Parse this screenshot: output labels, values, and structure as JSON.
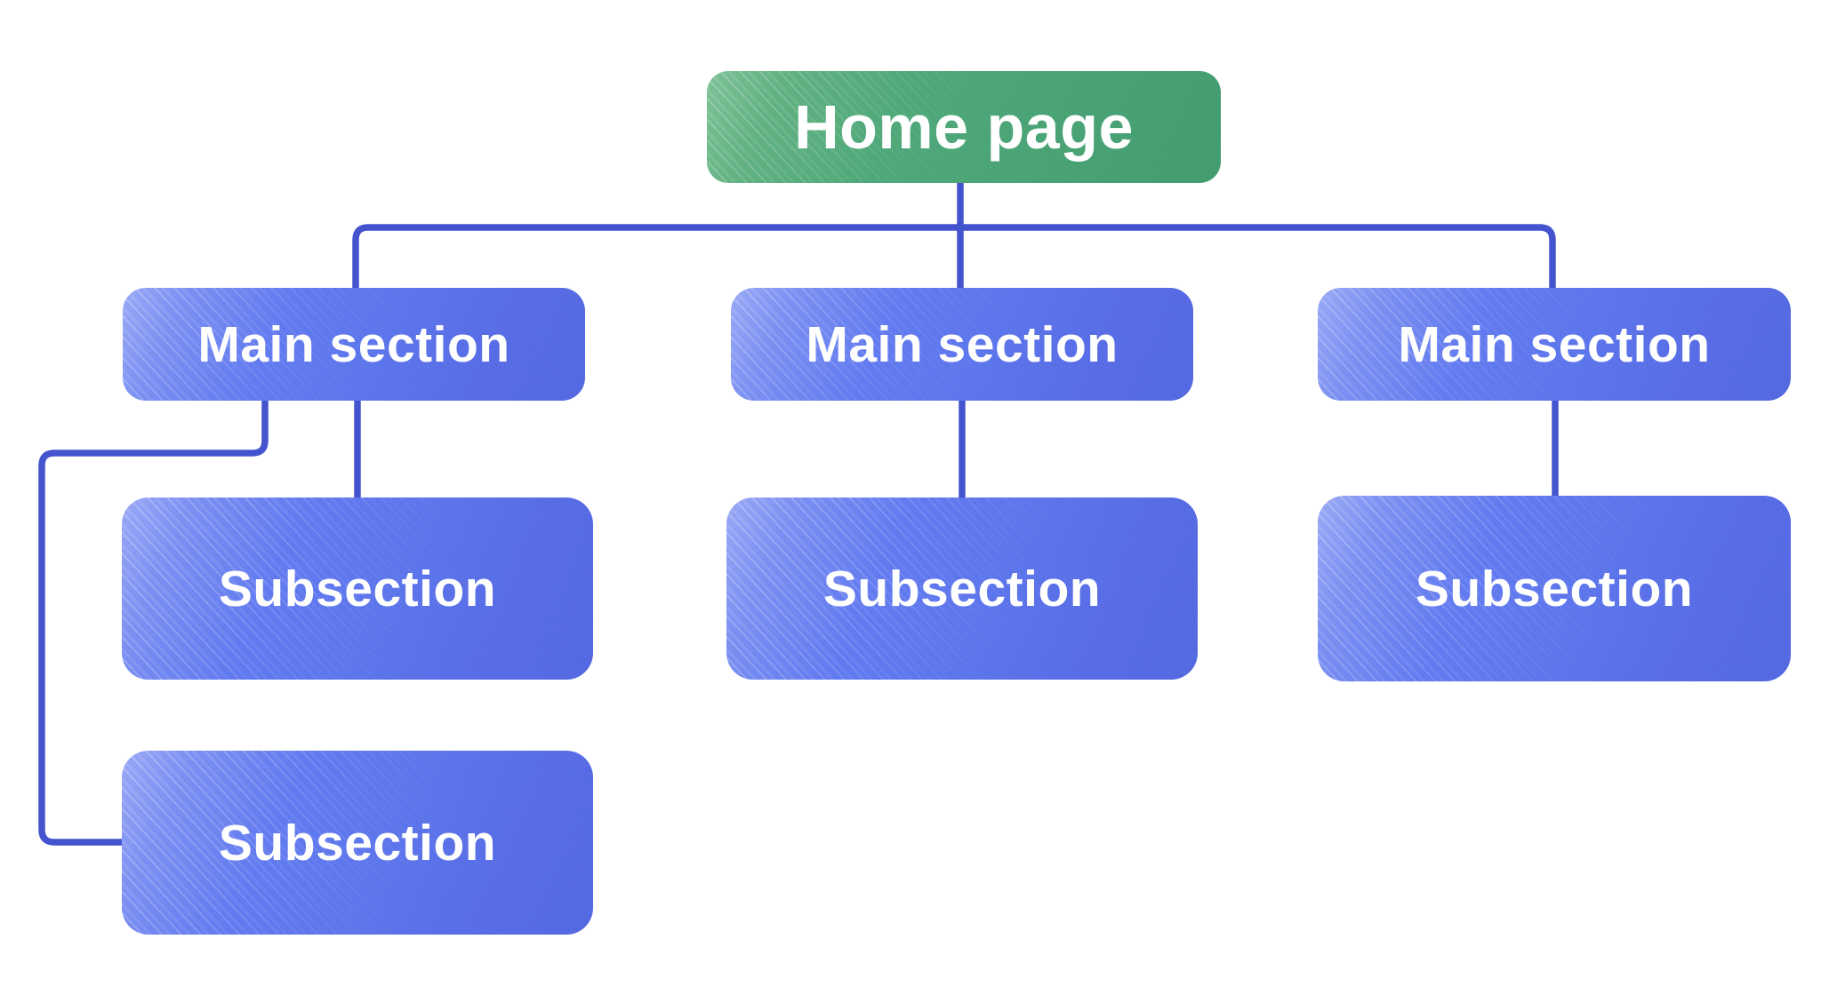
{
  "diagram": {
    "title_hint": "sitemap-hierarchy",
    "colors": {
      "root_green": "#48a273",
      "node_blue": "#5b74ec",
      "streak_light_blue": "#9aa9f6",
      "speckle_dark_blue": "#3càd",
      "connector": "#4453ce",
      "background": "#ffffff",
      "text": "#ffffff"
    },
    "root": {
      "label": "Home page"
    },
    "columns": [
      {
        "main": {
          "label": "Main section"
        },
        "subs": [
          {
            "label": "Subsection"
          },
          {
            "label": "Subsection"
          }
        ]
      },
      {
        "main": {
          "label": "Main section"
        },
        "subs": [
          {
            "label": "Subsection"
          }
        ]
      },
      {
        "main": {
          "label": "Main section"
        },
        "subs": [
          {
            "label": "Subsection"
          }
        ]
      }
    ]
  }
}
